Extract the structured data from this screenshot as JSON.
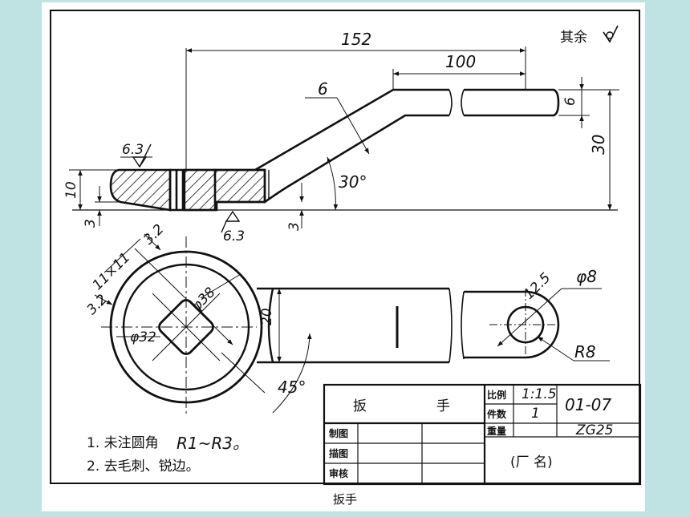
{
  "surface_finish": {
    "rest_label": "其余",
    "top_left": "6.3",
    "bottom": "6.3"
  },
  "dimensions": {
    "total_length": "152",
    "arm_length": "100",
    "thickness_6_slant": "6",
    "thickness_6_end": "6",
    "height_30": "30",
    "height_10": "10",
    "depth_3_left": "3",
    "depth_3_right": "3",
    "angle_30": "30°",
    "square": "11×11",
    "dist_32_top": "3.2",
    "dist_32_left": "3.2",
    "dia_38": "φ38",
    "dia_32": "φ32",
    "width_20": "20",
    "angle_45": "45°",
    "hole_offset": "12.5",
    "hole_dia": "φ8",
    "end_radius": "R8"
  },
  "notes": {
    "note1_text": "1. 未注圆角",
    "note1_value": "R1~R3。",
    "note2_text": "2. 去毛刺、锐边。"
  },
  "title_block": {
    "part_name_1": "扳",
    "part_name_2": "手",
    "scale_label": "比例",
    "scale_value": "1:1.5",
    "qty_label": "件数",
    "qty_value": "1",
    "weight_label": "重量",
    "material": "ZG25",
    "drawing_no": "01-07",
    "drawn_label": "制图",
    "traced_label": "描图",
    "checked_label": "审核",
    "factory": "(厂        名)"
  },
  "caption": "扳手"
}
